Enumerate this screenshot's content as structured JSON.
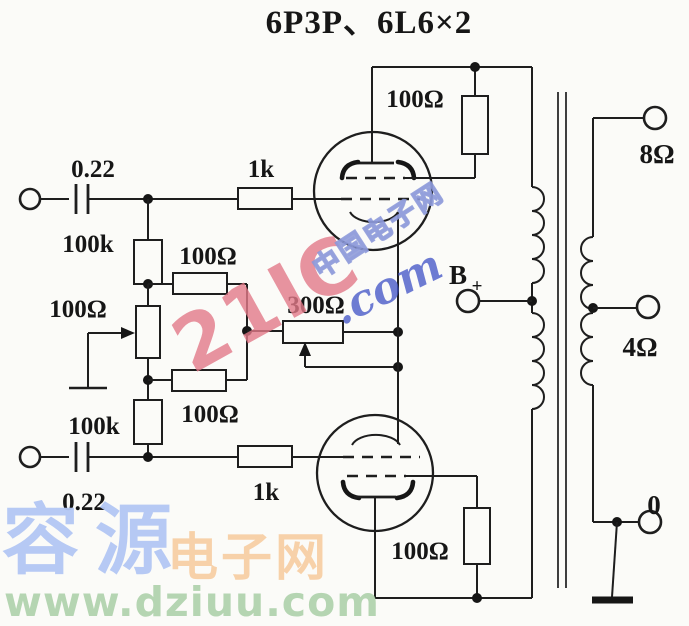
{
  "title": "6P3P、6L6×2",
  "labels": {
    "input_cap_top": "0.22",
    "input_cap_bottom": "0.22",
    "grid_res_top": "1k",
    "grid_res_bottom": "1k",
    "leak_res_top": "100k",
    "leak_res_bottom": "100k",
    "couple_res_top": "100Ω",
    "couple_res_bottom": "100Ω",
    "balance_pot": "100Ω",
    "hum_pot": "300Ω",
    "screen_res_top": "100Ω",
    "screen_res_bottom": "100Ω",
    "supply_label": "B",
    "supply_plus": "+",
    "out_8ohm": "8Ω",
    "out_4ohm": "4Ω",
    "out_0": "0"
  },
  "watermarks": {
    "brand_21ic": "21IC",
    "brand_com": ".com",
    "brand_cn": "中国电子网",
    "site_name": "容源",
    "site_suffix": "电子网",
    "site_url": "www.dziuu.com"
  },
  "colors": {
    "ink": "#1e1e1e",
    "paper": "#fbfbf8",
    "wm_red": "#e27988",
    "wm_blue": "#3e50c6",
    "wm_periwinkle": "#aab4e8",
    "wm_lightblue": "#b2c6f3",
    "wm_peach": "#f7cfa4",
    "wm_green": "#b1d3ae"
  }
}
